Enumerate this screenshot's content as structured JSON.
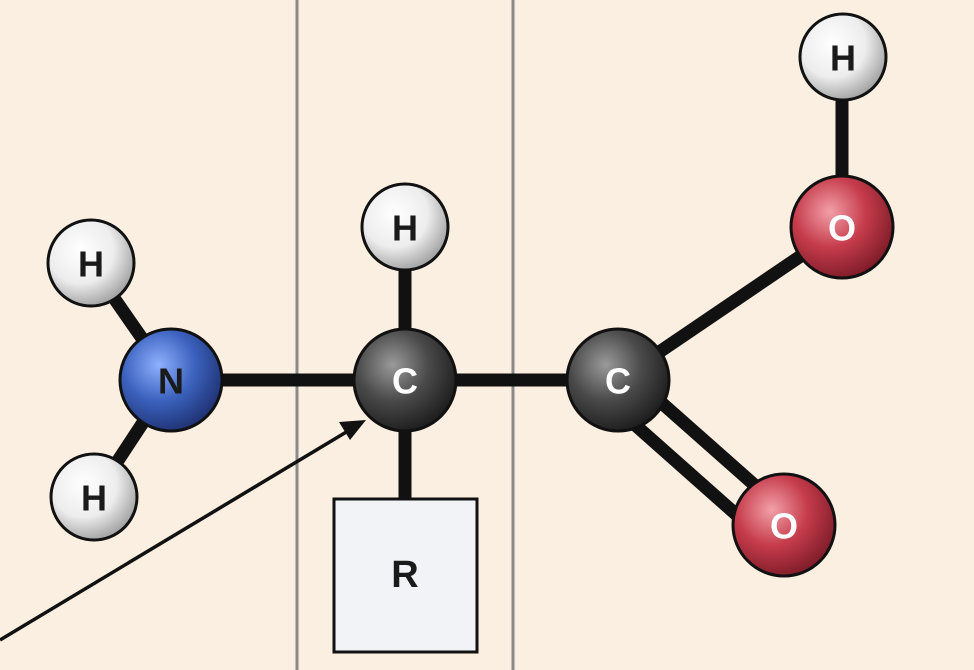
{
  "molecule": {
    "atoms": {
      "amine_h_top": {
        "label": "H",
        "element": "hydrogen"
      },
      "amine_h_bottom": {
        "label": "H",
        "element": "hydrogen"
      },
      "nitrogen": {
        "label": "N",
        "element": "nitrogen"
      },
      "alpha_carbon": {
        "label": "C",
        "element": "carbon"
      },
      "alpha_h": {
        "label": "H",
        "element": "hydrogen"
      },
      "carboxyl_carbon": {
        "label": "C",
        "element": "carbon"
      },
      "hydroxyl_oxygen": {
        "label": "O",
        "element": "oxygen"
      },
      "hydroxyl_h": {
        "label": "H",
        "element": "hydrogen"
      },
      "carbonyl_oxygen": {
        "label": "O",
        "element": "oxygen"
      }
    },
    "side_chain": {
      "label": "R"
    }
  },
  "colors": {
    "background": "#fbefe1",
    "bond": "#111111",
    "divider": "#8a8a8a",
    "hydrogen": "#e8e8e8",
    "nitrogen": "#2f57b0",
    "carbon": "#3a3a3a",
    "oxygen": "#c23a4a",
    "side_chain_box": "#f1f3f6",
    "arrow": "#111111"
  }
}
